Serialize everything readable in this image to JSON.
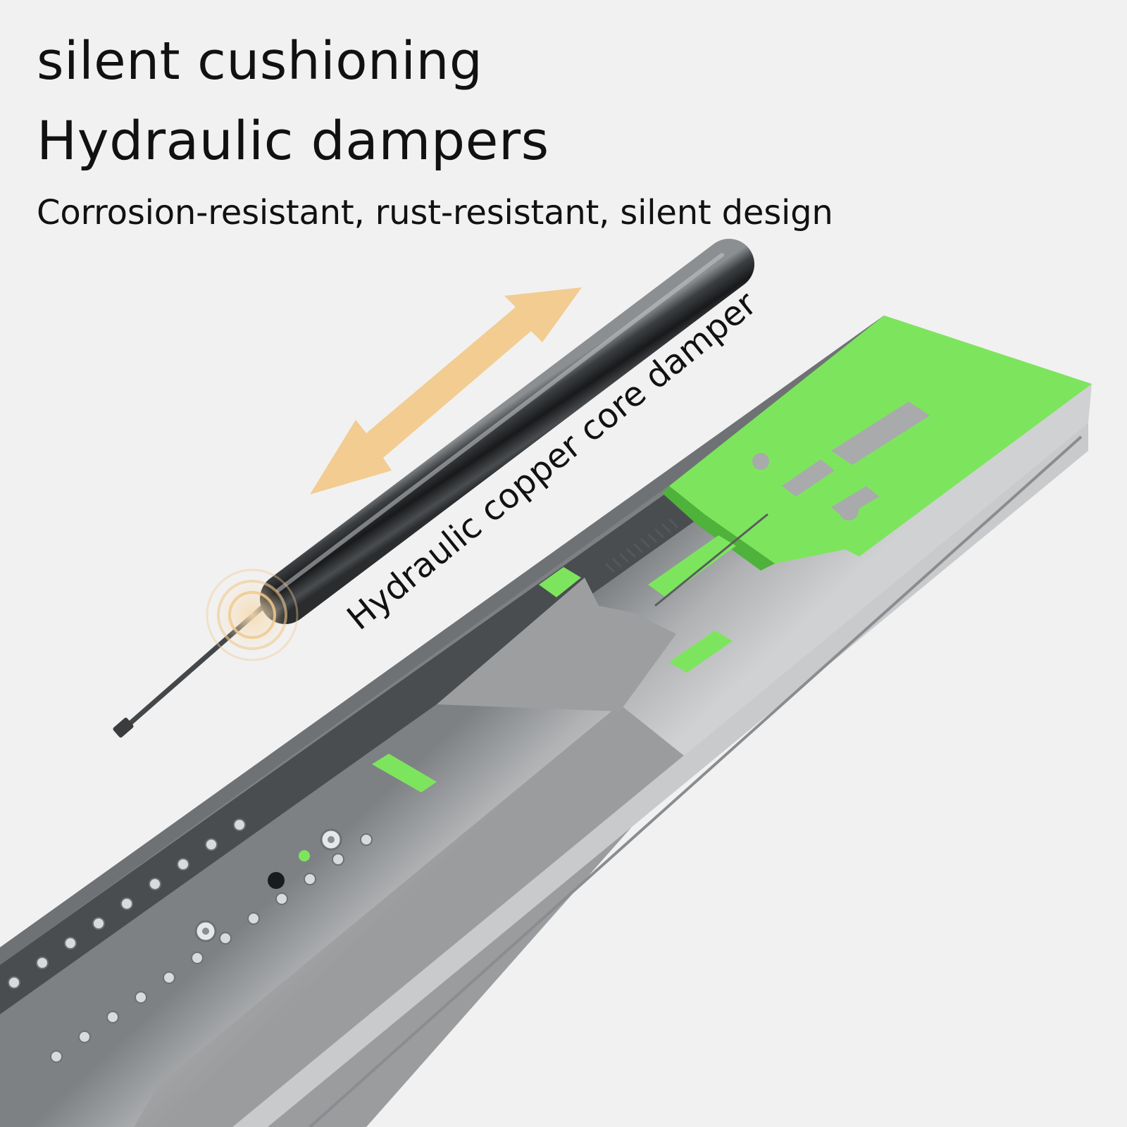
{
  "headline": {
    "line1": "silent cushioning",
    "line2": "Hydraulic dampers",
    "line3": "Corrosion-resistant, rust-resistant, silent design"
  },
  "callout": {
    "label": "Hydraulic copper core damper"
  },
  "colors": {
    "background": "#f1f1f1",
    "text": "#111111",
    "accent_green": "#7de55d",
    "arrow": "#f2cc90",
    "steel": "#a9aaab",
    "rod": "#2a2c2e"
  }
}
